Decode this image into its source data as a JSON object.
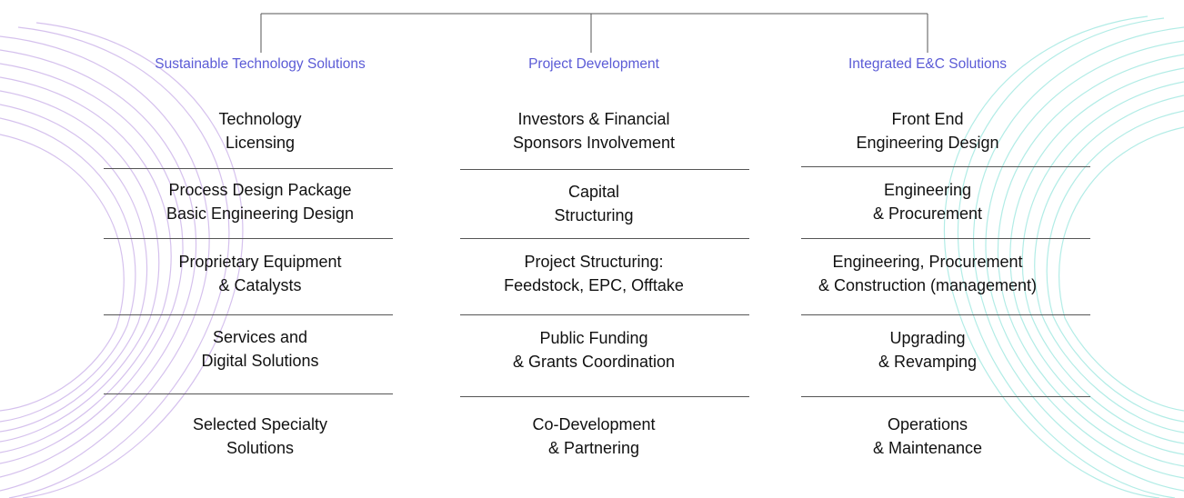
{
  "columns": [
    {
      "title": "Sustainable Technology Solutions",
      "items": [
        [
          "Technology",
          "Licensing"
        ],
        [
          "Process Design Package",
          "Basic Engineering Design"
        ],
        [
          "Proprietary Equipment",
          "& Catalysts"
        ],
        [
          "Services and",
          "Digital Solutions"
        ],
        [
          "Selected Specialty",
          "Solutions"
        ]
      ]
    },
    {
      "title": "Project Development",
      "items": [
        [
          "Investors & Financial",
          "Sponsors Involvement"
        ],
        [
          "Capital",
          "Structuring"
        ],
        [
          "Project Structuring:",
          "Feedstock, EPC, Offtake"
        ],
        [
          "Public Funding",
          "& Grants Coordination"
        ],
        [
          "Co-Development",
          "& Partnering"
        ]
      ]
    },
    {
      "title": "Integrated E&C Solutions",
      "items": [
        [
          "Front End",
          "Engineering Design"
        ],
        [
          "Engineering",
          "& Procurement"
        ],
        [
          "Engineering, Procurement",
          "& Construction (management)"
        ],
        [
          "Upgrading",
          "& Revamping"
        ],
        [
          "Operations",
          "& Maintenance"
        ]
      ]
    }
  ],
  "colors": {
    "title": "#5b5bd6",
    "text": "#111111",
    "lines": "#555555",
    "left_swirl": "#b48fe0",
    "right_swirl": "#7fe0d6"
  }
}
